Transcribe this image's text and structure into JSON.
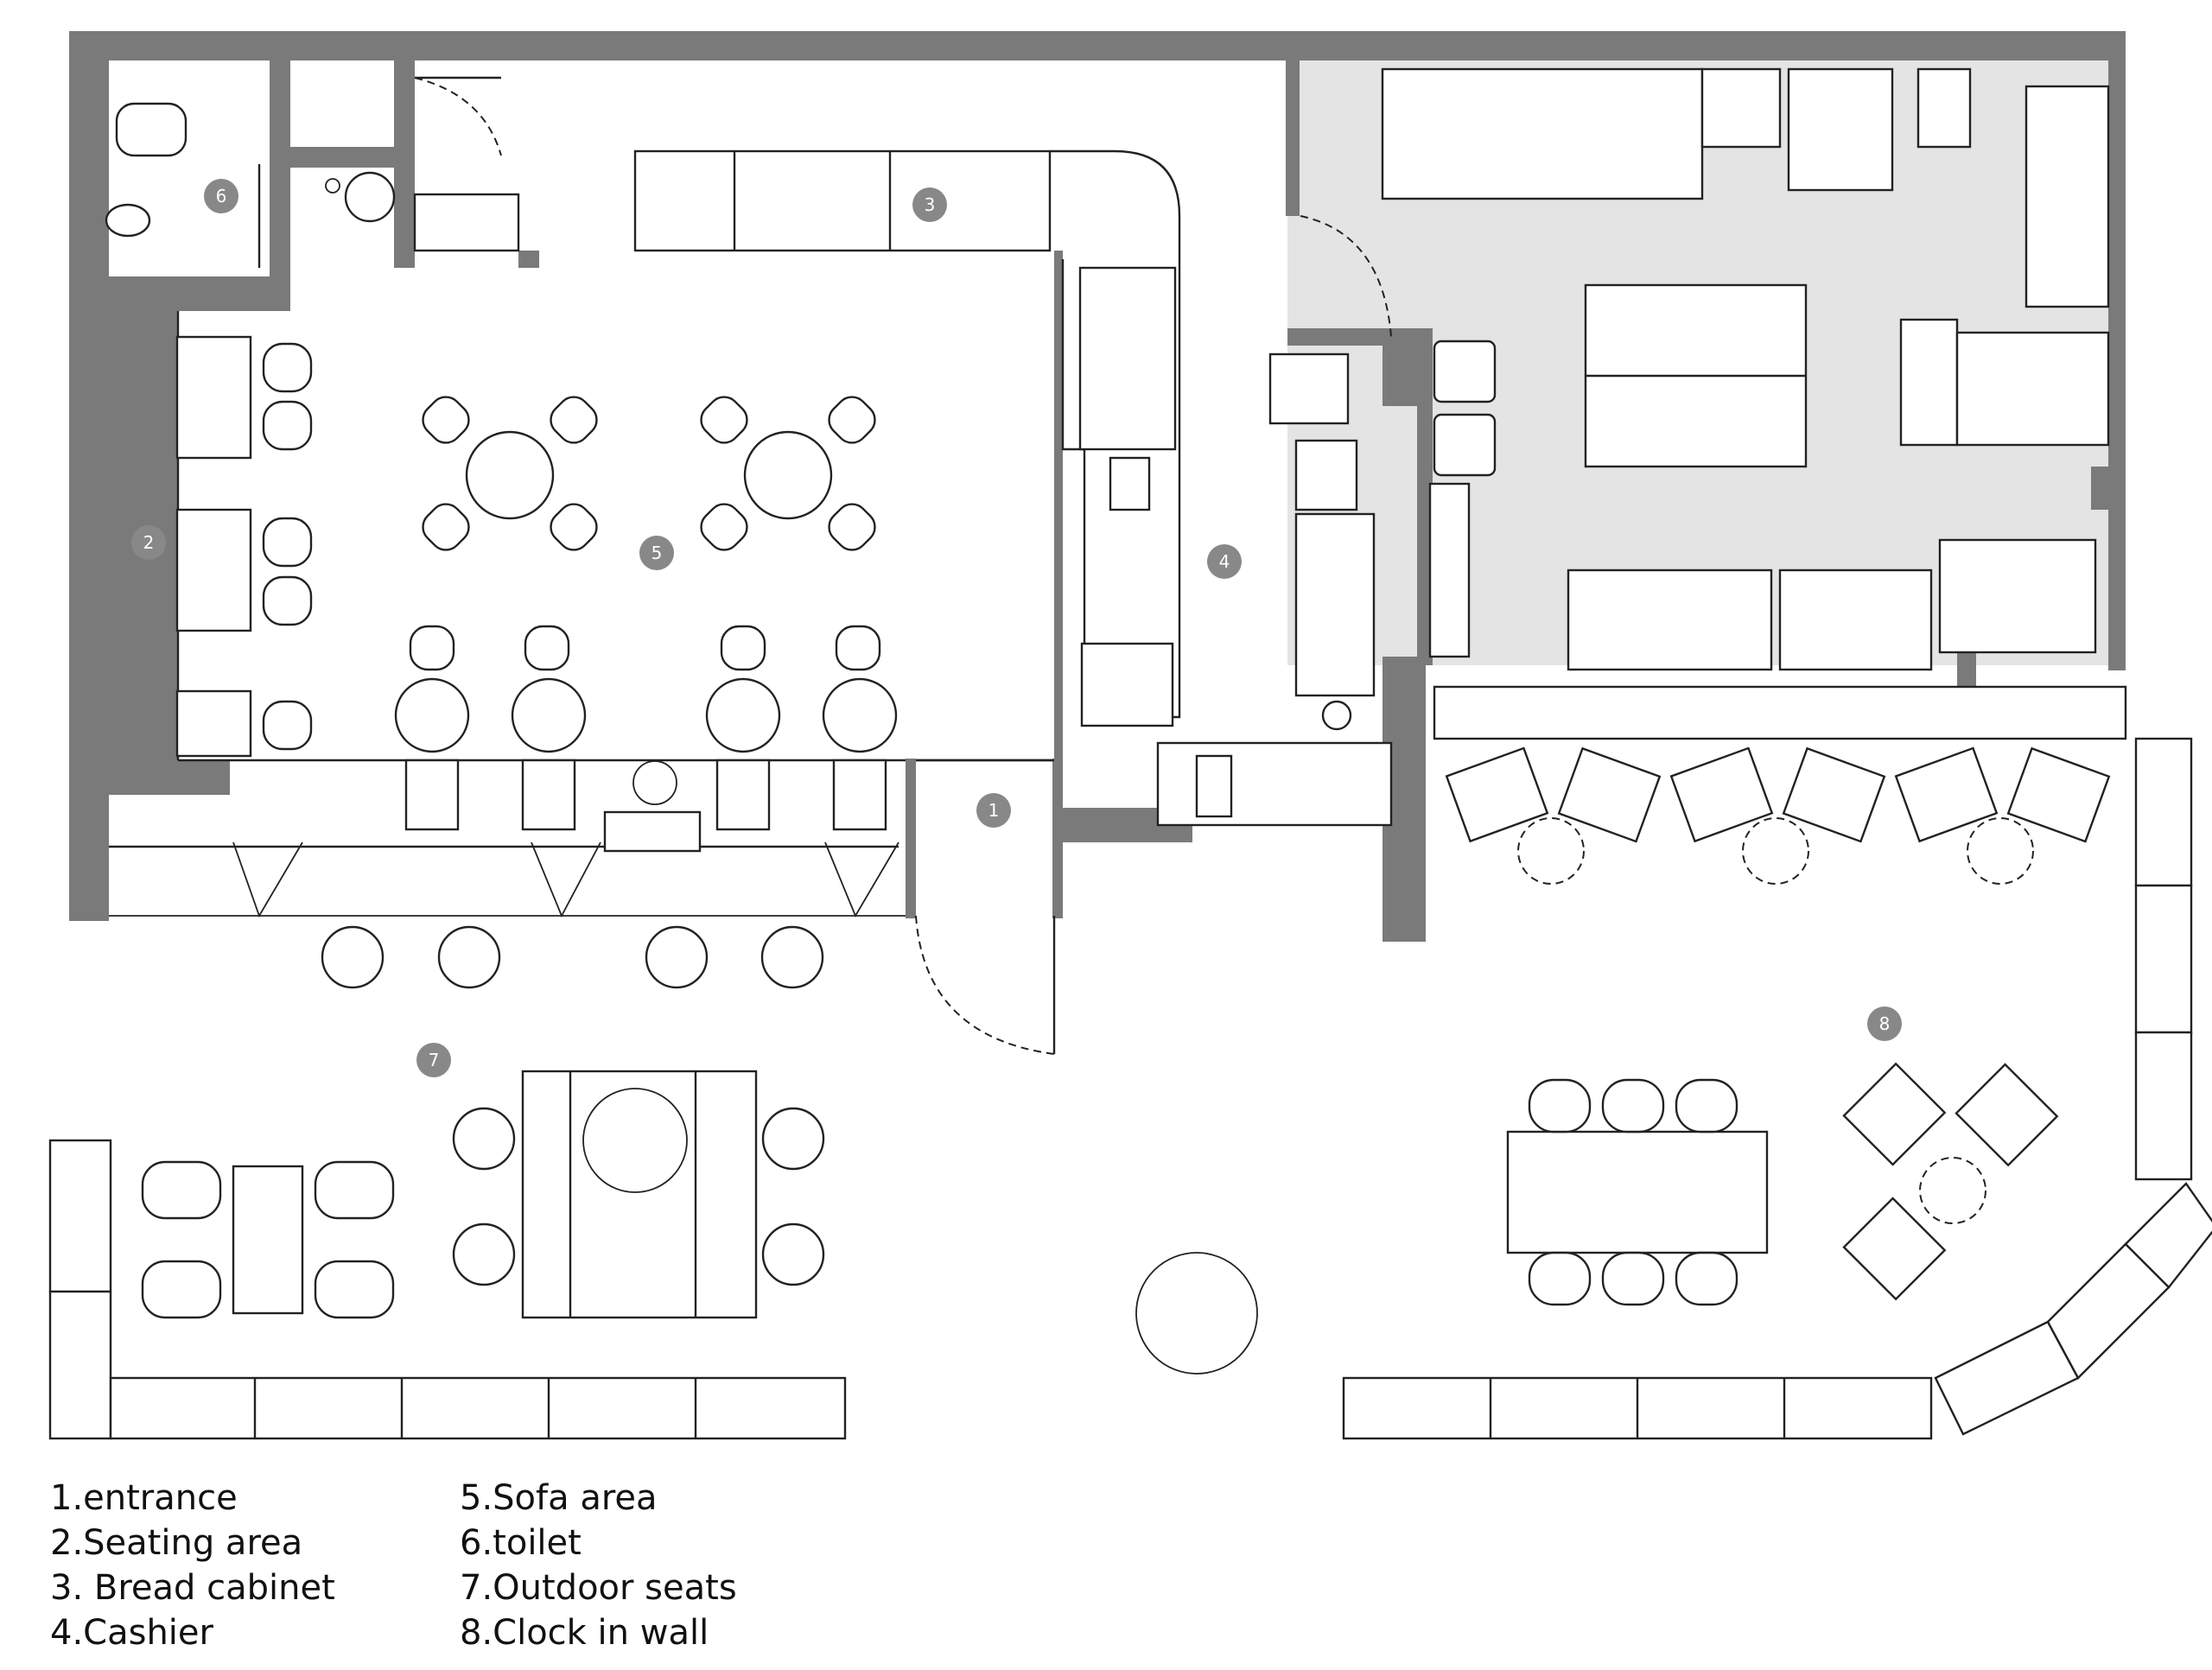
{
  "markers": [
    {
      "id": "entrance",
      "number": "1"
    },
    {
      "id": "seating-area",
      "number": "2"
    },
    {
      "id": "bread-cabinet",
      "number": "3"
    },
    {
      "id": "cashier",
      "number": "4"
    },
    {
      "id": "sofa-area",
      "number": "5"
    },
    {
      "id": "toilet",
      "number": "6"
    },
    {
      "id": "outdoor-seats",
      "number": "7"
    },
    {
      "id": "clock-in-wall",
      "number": "8"
    }
  ],
  "legend": {
    "col1": [
      "1.entrance",
      "2.Seating area",
      "3. Bread cabinet",
      "4.Cashier"
    ],
    "col2": [
      "5.Sofa area",
      "6.toilet",
      "7.Outdoor seats",
      "8.Clock in wall"
    ]
  },
  "colors": {
    "wall": "#7a7a7a",
    "marker": "#888888",
    "kitchen_fill": "#e4e4e4",
    "line": "#222222"
  }
}
